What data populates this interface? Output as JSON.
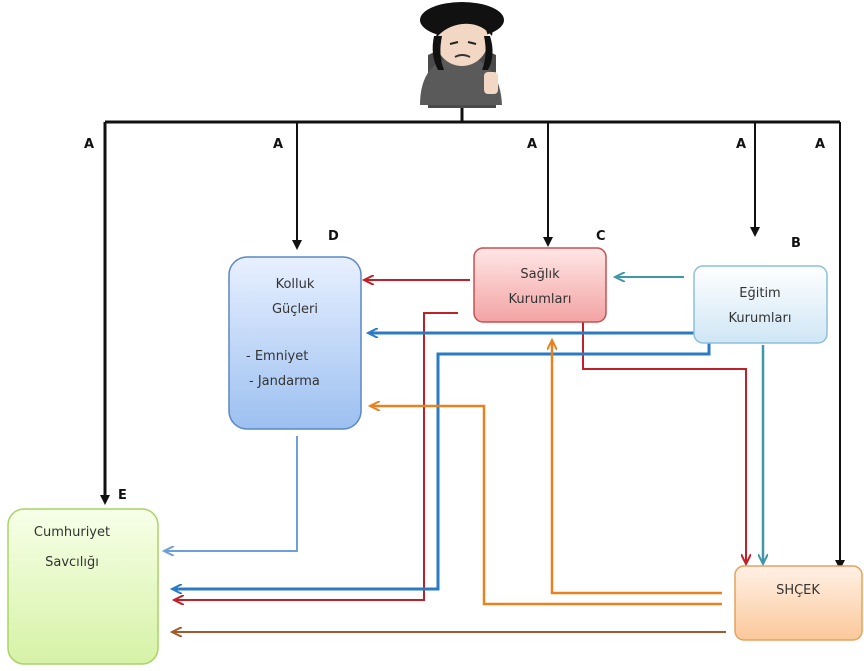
{
  "nodes": {
    "kolluk": {
      "lines": [
        "Kolluk",
        "Güçleri",
        "",
        "- Emniyet",
        "- Jandarma"
      ],
      "colors": {
        "fill_top": "#e8f0ff",
        "fill_bottom": "#9cc0f0",
        "stroke": "#5a87c8"
      }
    },
    "saglik": {
      "lines": [
        "Sağlık",
        "Kurumları"
      ],
      "colors": {
        "fill_top": "#ffe6e6",
        "fill_bottom": "#f3a3a3",
        "stroke": "#c85050"
      }
    },
    "egitim": {
      "lines": [
        "Eğitim",
        "Kurumları"
      ],
      "colors": {
        "fill_top": "#ffffff",
        "fill_bottom": "#cfe6f5",
        "stroke": "#8cc0dc"
      }
    },
    "cumhuriyet": {
      "lines": [
        "Cumhuriyet",
        "Savcılığı"
      ],
      "colors": {
        "fill_top": "#f7ffe8",
        "fill_bottom": "#d6f2a6",
        "stroke": "#a9d466"
      }
    },
    "shcek": {
      "lines": [
        "SHÇEK"
      ],
      "colors": {
        "fill_top": "#fff1e6",
        "fill_bottom": "#fbc89a",
        "stroke": "#e6a060"
      }
    }
  },
  "letters": {
    "a": "A",
    "b": "B",
    "c": "C",
    "d": "D",
    "e": "E"
  },
  "arrow_colors": {
    "black": "#111111",
    "red": "#c0202a",
    "blue": "#2a7bc4",
    "teal": "#3f98a8",
    "orange": "#e8821e",
    "brown": "#a35a2a",
    "lightblue": "#6f9fd8"
  },
  "person": {
    "icon": "person-icon"
  }
}
